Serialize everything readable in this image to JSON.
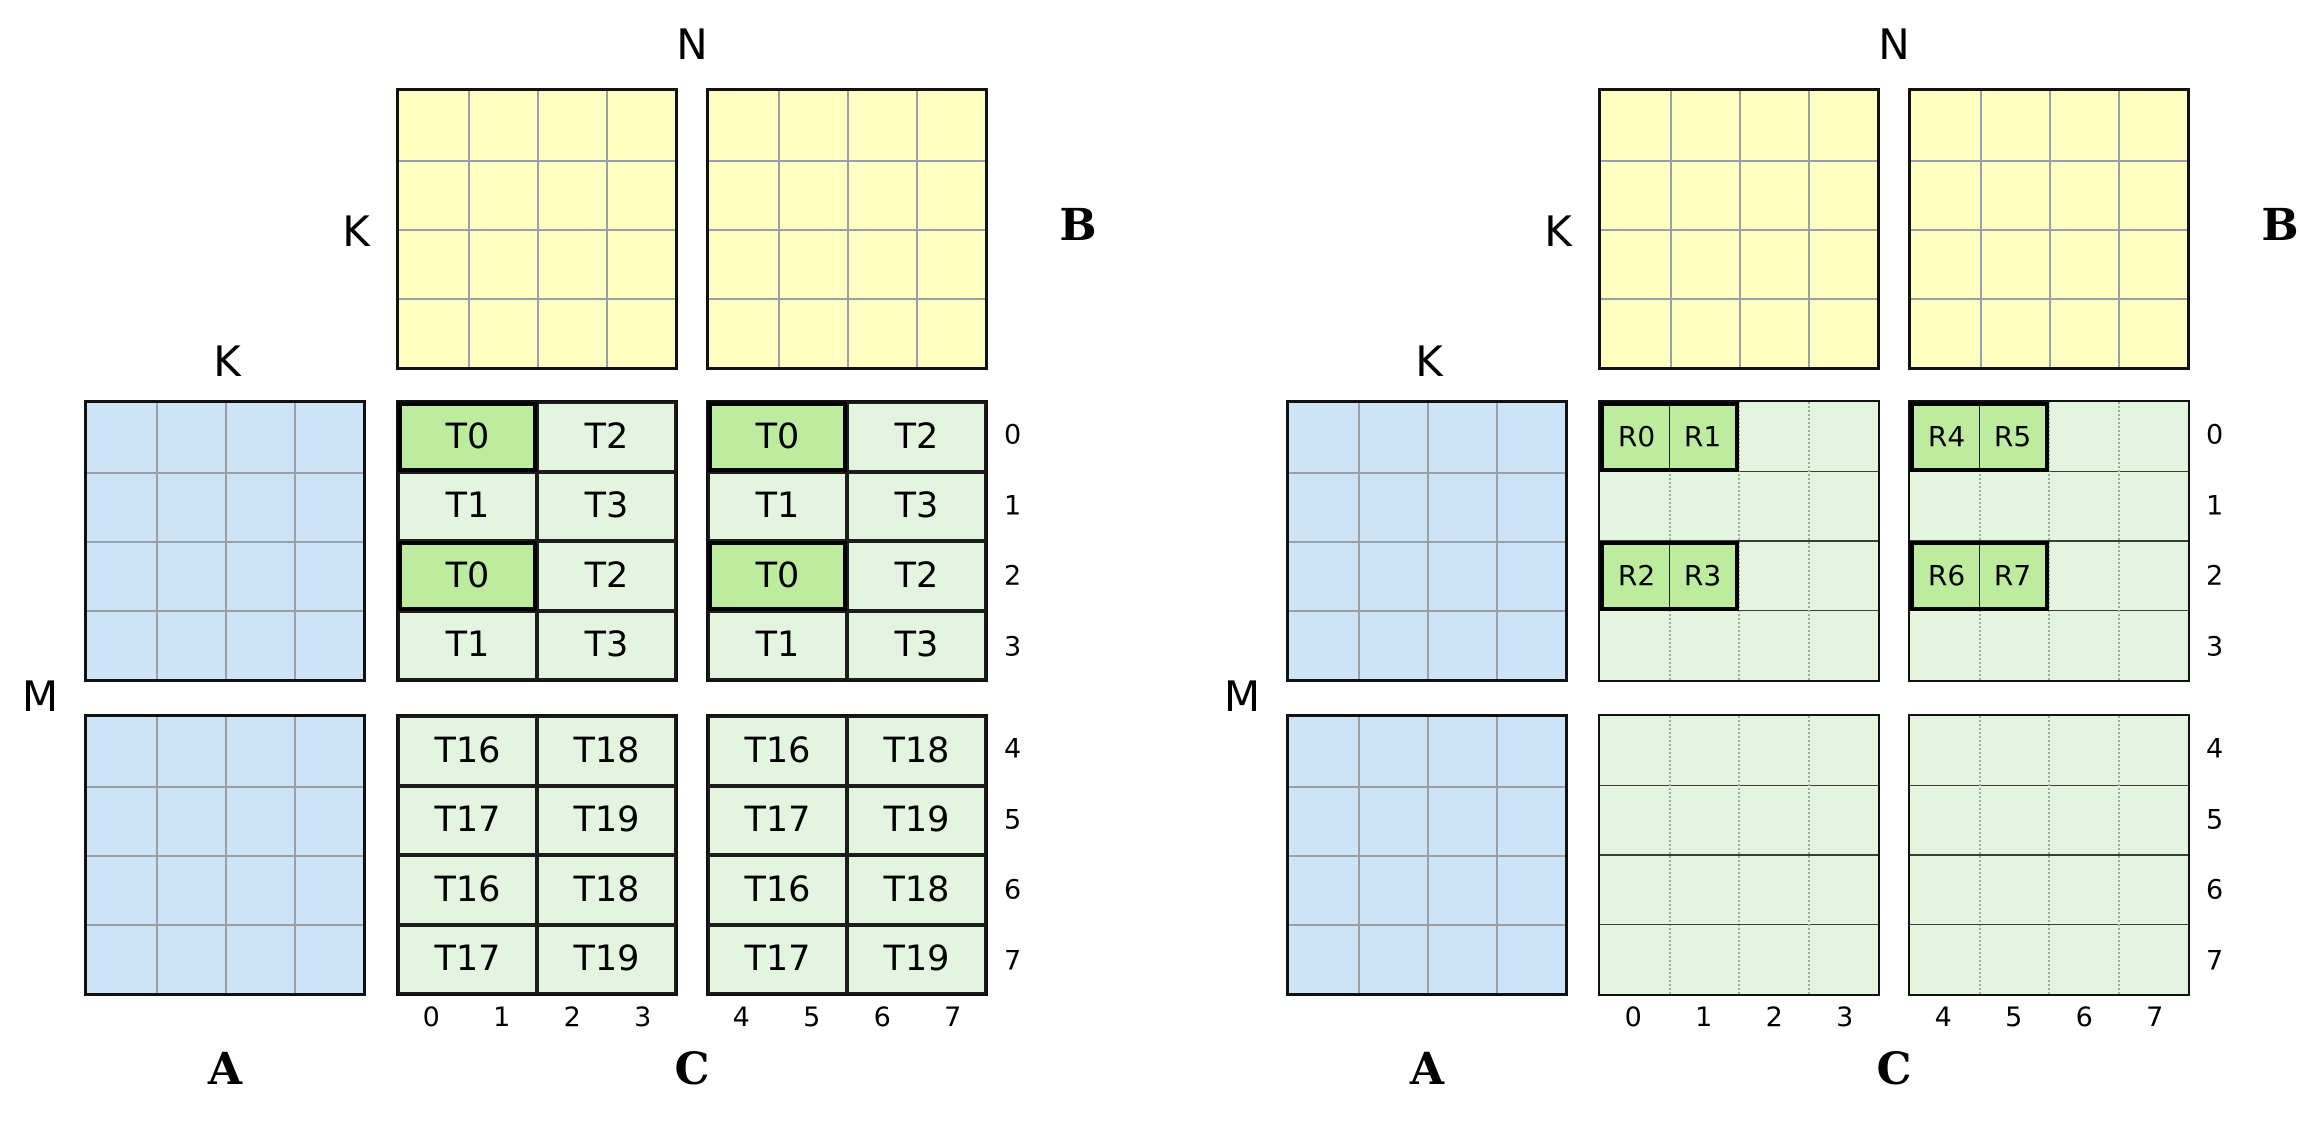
{
  "colors": {
    "a_fill": "#cde4f6",
    "b_fill": "#ffffc2",
    "c_fill": "#e4f5df",
    "hl_fill": "#bdec9f",
    "grid_line": "#9aa0a6",
    "border": "#111111"
  },
  "diagrams": [
    {
      "id": "thread-tile-mapping",
      "mode": "thread-tiles",
      "labels": {
        "n": "N",
        "k_b": "K",
        "b": "B",
        "k_a": "K",
        "m": "M",
        "a": "A",
        "c": "C"
      },
      "row_indices": [
        "0",
        "1",
        "2",
        "3",
        "4",
        "5",
        "6",
        "7"
      ],
      "col_indices": [
        "0",
        "1",
        "2",
        "3",
        "4",
        "5",
        "6",
        "7"
      ],
      "quadrants": [
        {
          "position": "top-left",
          "rows": [
            [
              {
                "label": "T0",
                "hl": true
              },
              {
                "label": "T2"
              }
            ],
            [
              {
                "label": "T1"
              },
              {
                "label": "T3"
              }
            ],
            [
              {
                "label": "T0",
                "hl": true
              },
              {
                "label": "T2"
              }
            ],
            [
              {
                "label": "T1"
              },
              {
                "label": "T3"
              }
            ]
          ]
        },
        {
          "position": "top-right",
          "rows": [
            [
              {
                "label": "T0",
                "hl": true
              },
              {
                "label": "T2"
              }
            ],
            [
              {
                "label": "T1"
              },
              {
                "label": "T3"
              }
            ],
            [
              {
                "label": "T0",
                "hl": true
              },
              {
                "label": "T2"
              }
            ],
            [
              {
                "label": "T1"
              },
              {
                "label": "T3"
              }
            ]
          ]
        },
        {
          "position": "bottom-left",
          "rows": [
            [
              {
                "label": "T16"
              },
              {
                "label": "T18"
              }
            ],
            [
              {
                "label": "T17"
              },
              {
                "label": "T19"
              }
            ],
            [
              {
                "label": "T16"
              },
              {
                "label": "T18"
              }
            ],
            [
              {
                "label": "T17"
              },
              {
                "label": "T19"
              }
            ]
          ]
        },
        {
          "position": "bottom-right",
          "rows": [
            [
              {
                "label": "T16"
              },
              {
                "label": "T18"
              }
            ],
            [
              {
                "label": "T17"
              },
              {
                "label": "T19"
              }
            ],
            [
              {
                "label": "T16"
              },
              {
                "label": "T18"
              }
            ],
            [
              {
                "label": "T17"
              },
              {
                "label": "T19"
              }
            ]
          ]
        }
      ]
    },
    {
      "id": "register-tile-mapping",
      "mode": "register-cells",
      "labels": {
        "n": "N",
        "k_b": "K",
        "b": "B",
        "k_a": "K",
        "m": "M",
        "a": "A",
        "c": "C"
      },
      "row_indices": [
        "0",
        "1",
        "2",
        "3",
        "4",
        "5",
        "6",
        "7"
      ],
      "col_indices": [
        "0",
        "1",
        "2",
        "3",
        "4",
        "5",
        "6",
        "7"
      ],
      "quadrants": [
        {
          "position": "top-left",
          "register_pairs": [
            {
              "row": 0,
              "col": 0,
              "labels": [
                "R0",
                "R1"
              ]
            },
            {
              "row": 2,
              "col": 0,
              "labels": [
                "R2",
                "R3"
              ]
            }
          ]
        },
        {
          "position": "top-right",
          "register_pairs": [
            {
              "row": 0,
              "col": 0,
              "labels": [
                "R4",
                "R5"
              ]
            },
            {
              "row": 2,
              "col": 0,
              "labels": [
                "R6",
                "R7"
              ]
            }
          ]
        },
        {
          "position": "bottom-left",
          "register_pairs": []
        },
        {
          "position": "bottom-right",
          "register_pairs": []
        }
      ]
    }
  ]
}
